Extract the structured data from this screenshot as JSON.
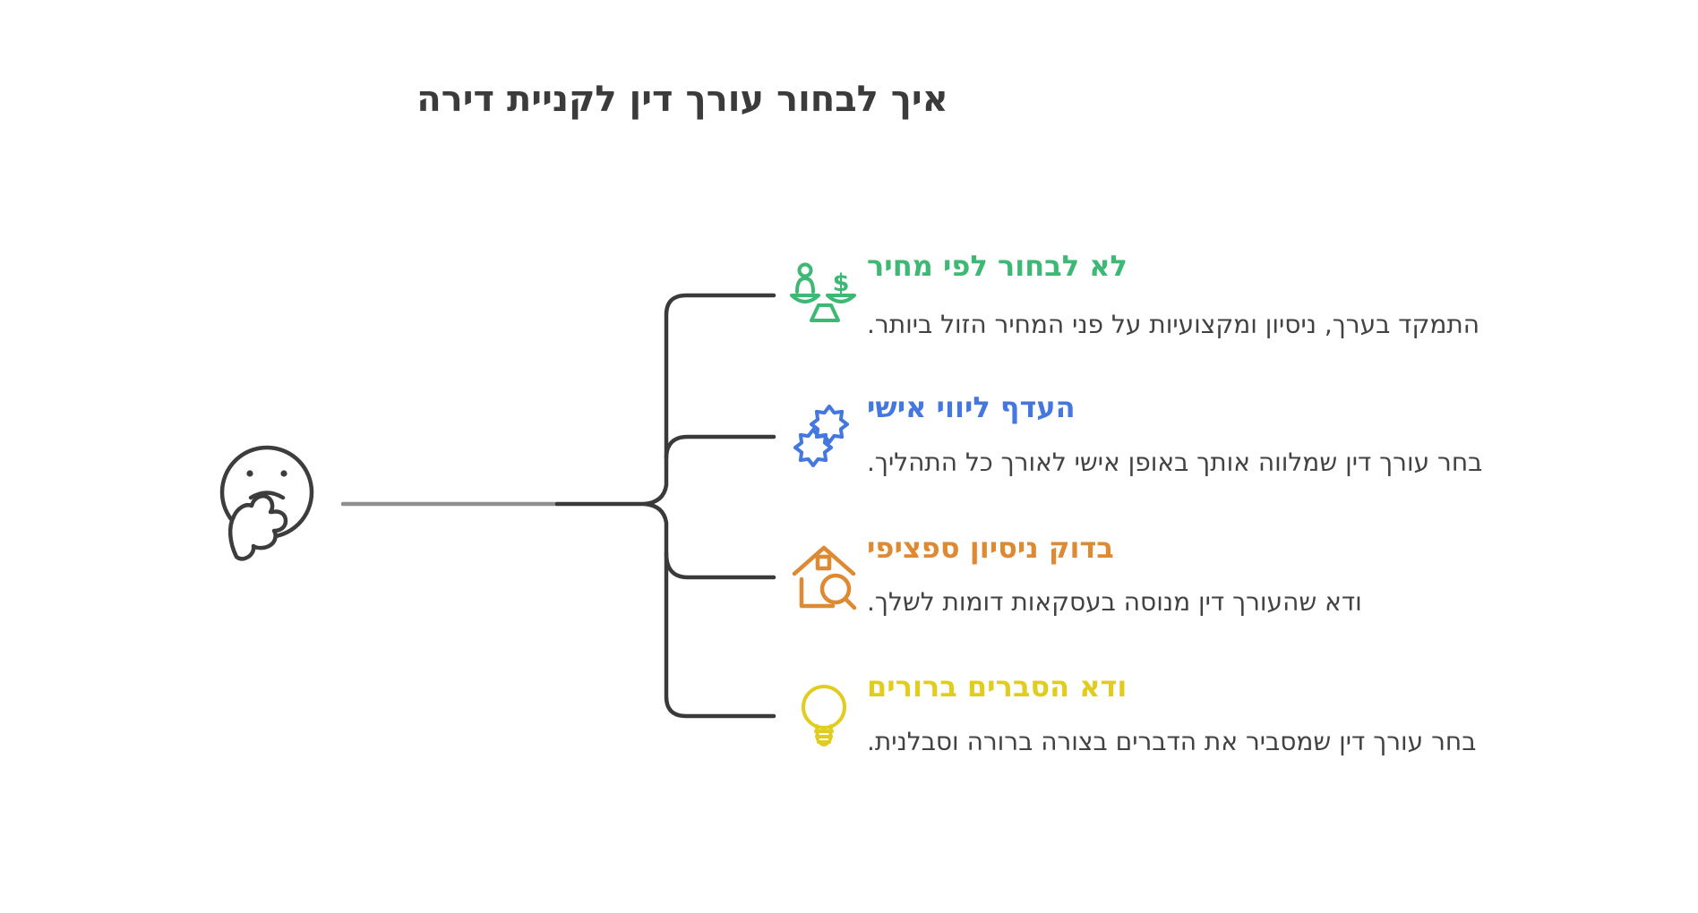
{
  "title": "איך לבחור עורך דין לקניית דירה",
  "central_figure": "thinking-face",
  "branches": [
    {
      "label": "לא לבחור לפי מחיר",
      "description": "התמקד בערך, ניסיון ומקצועיות על פני המחיר הזול ביותר.",
      "color": "#3eb875",
      "icon": "scale-person-dollar-icon"
    },
    {
      "label": "העדף ליווי אישי",
      "description": "בחר עורך דין שמלווה אותך באופן אישי לאורך כל התהליך.",
      "color": "#4577e0",
      "icon": "gears-handshake-icon"
    },
    {
      "label": "בדוק ניסיון ספציפי",
      "description": "ודא שהעורך דין מנוסה בעסקאות דומות לשלך.",
      "color": "#dd8a33",
      "icon": "house-magnifier-icon"
    },
    {
      "label": "ודא הסברים ברורים",
      "description": "בחר עורך דין שמסביר את הדברים בצורה ברורה וסבלנית.",
      "color": "#e0cd1f",
      "icon": "lightbulb-icon"
    }
  ],
  "colors": {
    "title_text": "#3b3b3b",
    "description_text": "#424242",
    "connector_dark": "#3a3a3a",
    "connector_gray": "#8f8f8f",
    "background": "#ffffff"
  }
}
